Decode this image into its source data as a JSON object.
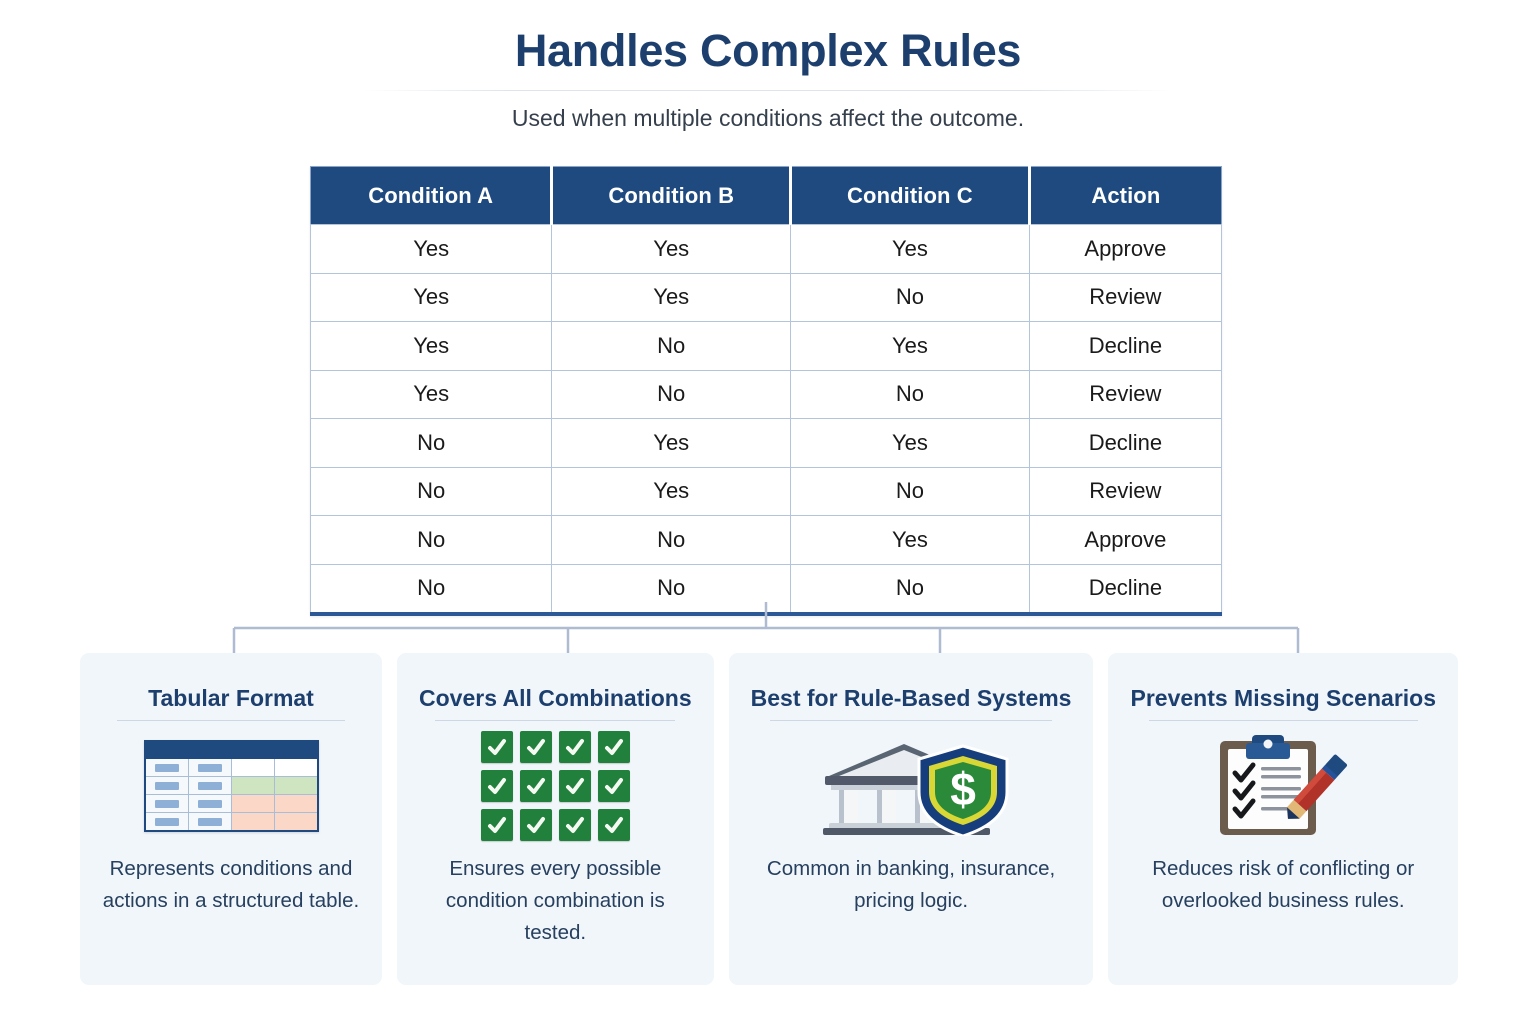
{
  "header": {
    "title": "Handles Complex Rules",
    "subtitle": "Used when multiple conditions affect the outcome."
  },
  "colors": {
    "header_blue": "#1f4a80",
    "title_navy": "#1d3f6e",
    "green_text": "#1f7a35",
    "decline_text": "#9b2226",
    "decline_bg": "#f7dcdc",
    "action_bg": "#fbf0d7",
    "card_bg": "#f1f6fa",
    "grid_line": "#b4c4da"
  },
  "chart_data": {
    "type": "table",
    "title": "Handles Complex Rules",
    "columns": [
      "Condition A",
      "Condition B",
      "Condition C",
      "Action"
    ],
    "rows": [
      {
        "a": "Yes",
        "b": "Yes",
        "c": "Yes",
        "action": "Approve",
        "c_color": "green",
        "action_kind": "approve"
      },
      {
        "a": "Yes",
        "b": "Yes",
        "c": "No",
        "action": "Review",
        "c_color": "green",
        "action_kind": "review"
      },
      {
        "a": "Yes",
        "b": "No",
        "c": "Yes",
        "action": "Decline",
        "c_color": "dark",
        "action_kind": "decline"
      },
      {
        "a": "Yes",
        "b": "No",
        "c": "No",
        "action": "Review",
        "c_color": "green",
        "action_kind": "review"
      },
      {
        "a": "No",
        "b": "Yes",
        "c": "Yes",
        "action": "Decline",
        "c_color": "green",
        "action_kind": "decline"
      },
      {
        "a": "No",
        "b": "Yes",
        "c": "No",
        "action": "Review",
        "c_color": "green",
        "action_kind": "review"
      },
      {
        "a": "No",
        "b": "No",
        "c": "Yes",
        "action": "Approve",
        "c_color": "green",
        "action_kind": "approve"
      },
      {
        "a": "No",
        "b": "No",
        "c": "No",
        "action": "Decline",
        "c_color": "dark",
        "action_kind": "decline"
      }
    ]
  },
  "cards": [
    {
      "title": "Tabular Format",
      "description": "Represents conditions and actions in a structured table.",
      "icon": "mini-table-icon"
    },
    {
      "title": "Covers All Combinations",
      "description": "Ensures every possible condition combination is tested.",
      "icon": "check-grid-icon",
      "check_count": 12
    },
    {
      "title": "Best for Rule-Based Systems",
      "description": "Common in banking, insurance, pricing logic.",
      "icon": "bank-shield-dollar-icon"
    },
    {
      "title": "Prevents Missing Scenarios",
      "description": "Reduces risk of conflicting or overlooked business rules.",
      "icon": "clipboard-checklist-pencil-icon"
    }
  ]
}
